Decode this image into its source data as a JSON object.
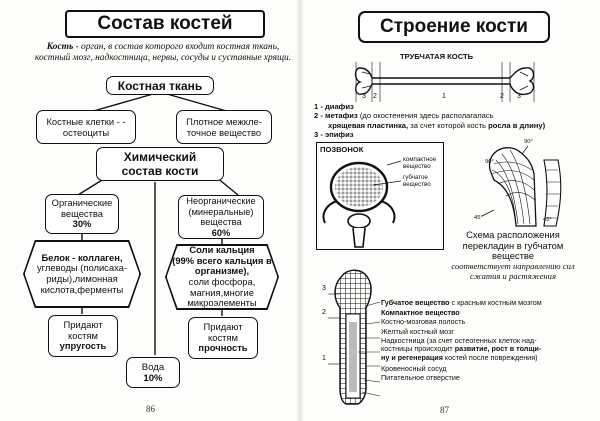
{
  "left": {
    "title": "Состав костей",
    "intro_term": "Кость",
    "intro_rest": " - орган, в состав которого входит костная ткань, костный мозг, надкостница, нервы, сосуды и суставные хрящи.",
    "bone_tissue": "Костная ткань",
    "bone_cells": "Костные клетки - - остеоциты",
    "intercellular": "Плотное межкле- точное вещество",
    "chem_title_1": "Химический",
    "chem_title_2": "состав кости",
    "organic_1": "Органические вещества",
    "organic_2": "30%",
    "inorganic_1": "Неорганические (минеральные) вещества",
    "inorganic_2": "60%",
    "protein_bold": "Белок - коллаген,",
    "protein_rest": "углеводы (полисаха- риды),лимонная кислота,ферменты",
    "salts_1": "Соли кальция",
    "salts_2": "(99% всего кальция в организме),",
    "salts_3": "соли фосфора, магния,многие микроэлементы",
    "elastic_1": "Придают костям",
    "elastic_2": "упругость",
    "strength_1": "Придают костям",
    "strength_2": "прочность",
    "water_1": "Вода",
    "water_2": "10%",
    "page": "86"
  },
  "right": {
    "title": "Строение кости",
    "tubular": "ТРУБЧАТАЯ КОСТЬ",
    "bone_nums": [
      "3",
      "2",
      "1",
      "2",
      "3"
    ],
    "legend_1": "1 - диафиз",
    "legend_2_bold": "2 - метафиз",
    "legend_2_rest": " (до окостенения здесь располагалась",
    "legend_2b_bold_1": "хрящевая пластинка,",
    "legend_2b_rest": " за счет которой кость ",
    "legend_2b_bold_2": "росла в длину)",
    "legend_3": "3 - эпифиз",
    "vertebra": "ПОЗВОНОК",
    "compact_label": "компактное вещество",
    "spongy_label": "губчатое вещество",
    "angle_90_a": "90°",
    "angle_90_b": "90°",
    "angle_45_a": "45°",
    "angle_45_b": "45°",
    "caption_1": "Схема расположения перекладин в губчатом веществе",
    "caption_2": "соответствует направлению сил сжатия и растяжения",
    "femur_nums": [
      "3",
      "2",
      "1"
    ],
    "f1_bold": "Губчатое вещество",
    "f1_rest": " с красным костным мозгом",
    "f2": "Компактное вещество",
    "f3": "Костно-мозговая полость",
    "f4": "Желтый костный мозг",
    "f5_a": "Надкостница (за счет остеогенных клеток над-",
    "f5_b": "костницы происходит ",
    "f5_b_bold": "развитие, рост в толщи-",
    "f5_c_bold": "ну и регенерация",
    "f5_c_rest": " костей после повреждения)",
    "f6": "Кровеносный сосуд",
    "f7": "Питательное отверстие",
    "page": "87"
  }
}
